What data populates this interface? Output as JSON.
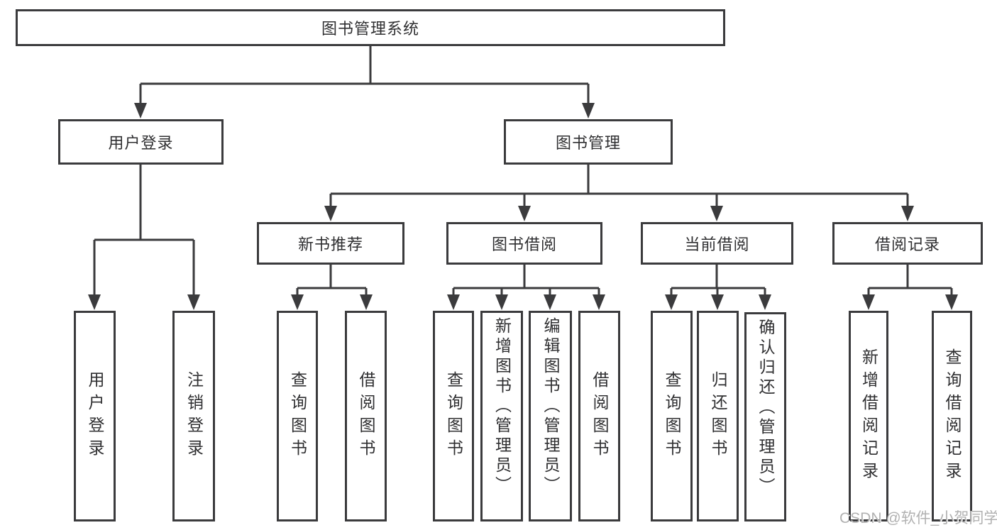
{
  "tree": {
    "root": {
      "label": "图书管理系统",
      "children": [
        {
          "label": "用户登录",
          "children": [
            {
              "label": "用户登录"
            },
            {
              "label": "注销登录"
            }
          ]
        },
        {
          "label": "图书管理",
          "children": [
            {
              "label": "新书推荐",
              "children": [
                {
                  "label": "查询图书"
                },
                {
                  "label": "借阅图书"
                }
              ]
            },
            {
              "label": "图书借阅",
              "children": [
                {
                  "label": "查询图书"
                },
                {
                  "label": "新增图书（管理员）"
                },
                {
                  "label": "编辑图书（管理员）"
                },
                {
                  "label": "借阅图书"
                }
              ]
            },
            {
              "label": "当前借阅",
              "children": [
                {
                  "label": "查询图书"
                },
                {
                  "label": "归还图书"
                },
                {
                  "label": "确认归还（管理员）"
                }
              ]
            },
            {
              "label": "借阅记录",
              "children": [
                {
                  "label": "新增借阅记录"
                },
                {
                  "label": "查询借阅记录"
                }
              ]
            }
          ]
        }
      ]
    }
  },
  "watermark": {
    "text": "CSDN @软件_小贺同学"
  },
  "colors": {
    "line": "#3b3b3d",
    "text": "#2f2f31",
    "watermark": "#b1b1b1",
    "background": "#ffffff"
  }
}
